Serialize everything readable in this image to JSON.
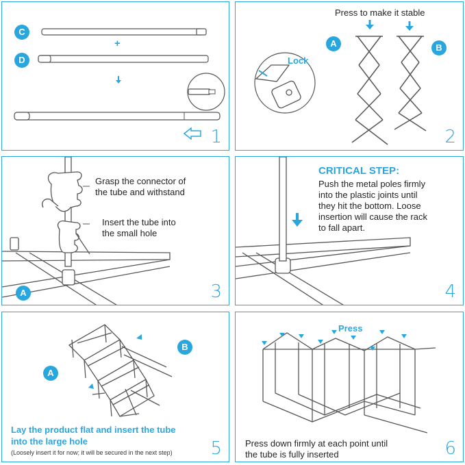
{
  "panels": [
    {
      "id": "p1",
      "number": "1",
      "labels": {
        "c": "C",
        "d": "D"
      },
      "plus": "+"
    },
    {
      "id": "p2",
      "number": "2",
      "caption": "Press to make it stable",
      "lock": "Lock",
      "labels": {
        "a": "A",
        "b": "B"
      }
    },
    {
      "id": "p3",
      "number": "3",
      "line1": "Grasp the connector of",
      "line2": "the tube and withstand",
      "line3": "Insert the tube into",
      "line4": "the small hole",
      "label_a": "A"
    },
    {
      "id": "p4",
      "number": "4",
      "title": "CRITICAL STEP:",
      "lines": [
        "Push the metal poles firmly",
        "into the plastic joints until",
        "they hit the bottom. Loose",
        "insertion will cause the rack",
        "to fall apart."
      ]
    },
    {
      "id": "p5",
      "number": "5",
      "label_a": "A",
      "label_b": "B",
      "title_line1": "Lay the product flat and insert the tube",
      "title_line2": "into the large hole",
      "note": "(Loosely insert it for now; it will be secured in the next step)"
    },
    {
      "id": "p6",
      "number": "6",
      "press": "Press",
      "line1": "Press down firmly at each point until",
      "line2": "the tube is fully inserted"
    }
  ],
  "colors": {
    "accent": "#2aa6df",
    "line": "#555555"
  }
}
